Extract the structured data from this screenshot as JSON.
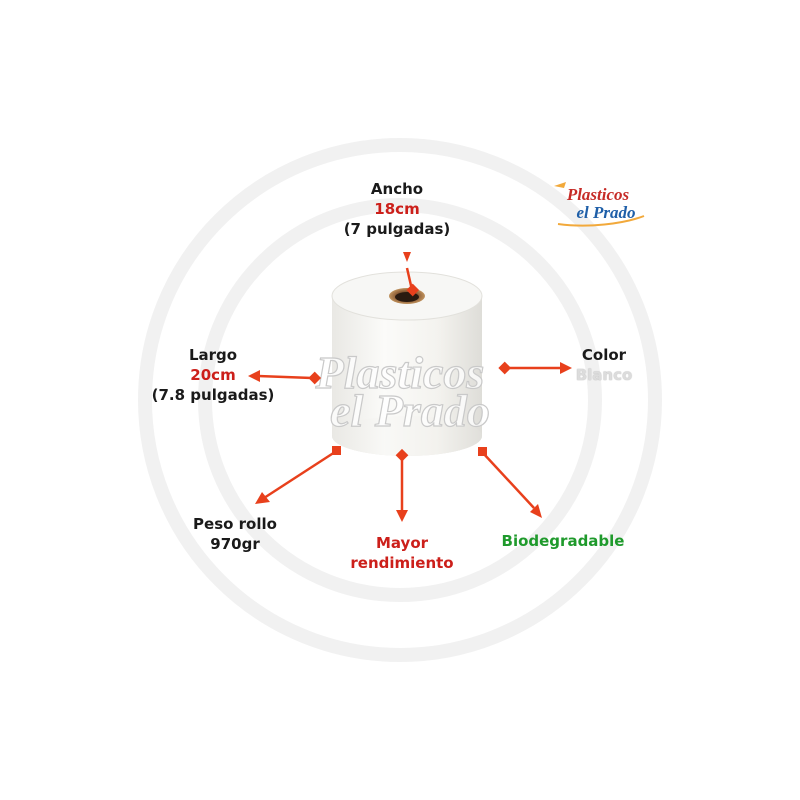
{
  "brand": {
    "logo_line1": "Plasticos",
    "logo_line2": "el Prado",
    "watermark_line1": "Plasticos",
    "watermark_line2": "el Prado"
  },
  "specs": {
    "ancho": {
      "title": "Ancho",
      "value": "18cm",
      "sub": "(7 pulgadas)"
    },
    "largo": {
      "title": "Largo",
      "value": "20cm",
      "sub": "(7.8 pulgadas)"
    },
    "color": {
      "title": "Color",
      "value": "Blanco"
    },
    "peso": {
      "title": "Peso rollo",
      "value": "970gr"
    },
    "rendimiento": {
      "line1": "Mayor",
      "line2": "rendimiento"
    },
    "bio": {
      "label": "Biodegradable"
    }
  },
  "colors": {
    "accent_red": "#cc1f1a",
    "arrow_orange": "#e8401c",
    "green": "#1f9a2c",
    "logo_blue": "#1f5fa8"
  }
}
